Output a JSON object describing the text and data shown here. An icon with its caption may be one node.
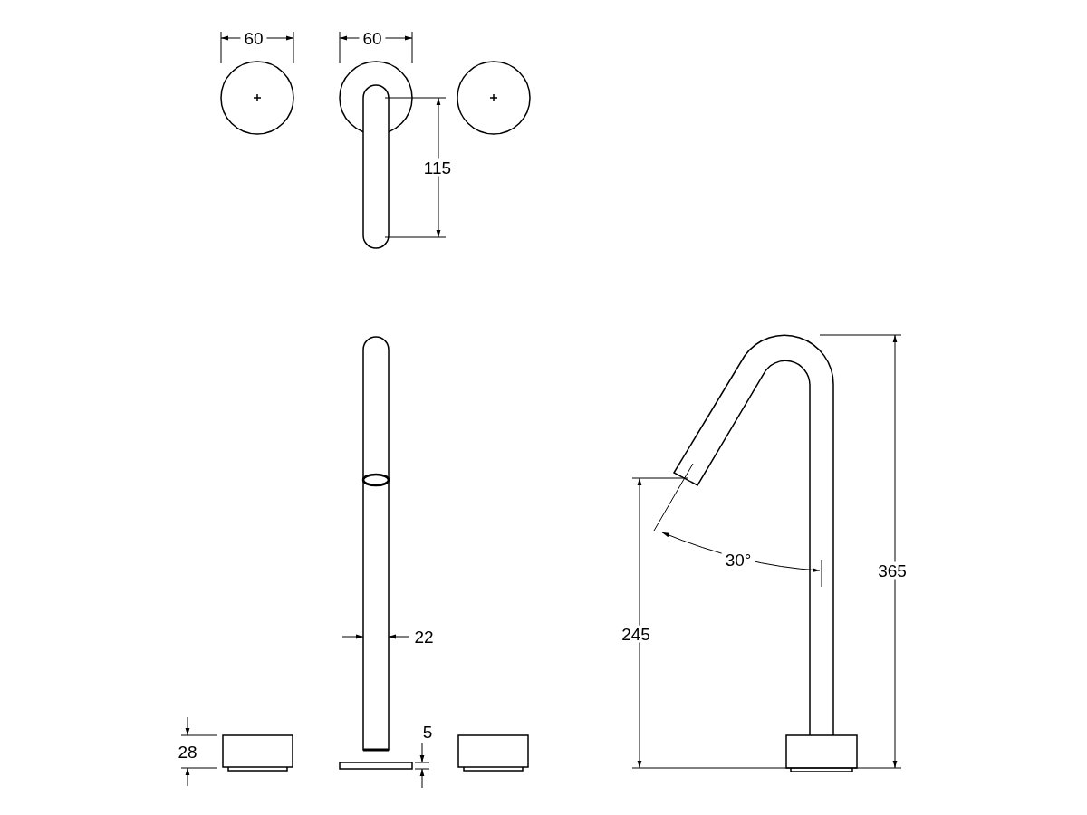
{
  "diagram": {
    "labels": [
      "60",
      "60",
      "115",
      "22",
      "28",
      "5",
      "30°",
      "245",
      "365"
    ]
  }
}
